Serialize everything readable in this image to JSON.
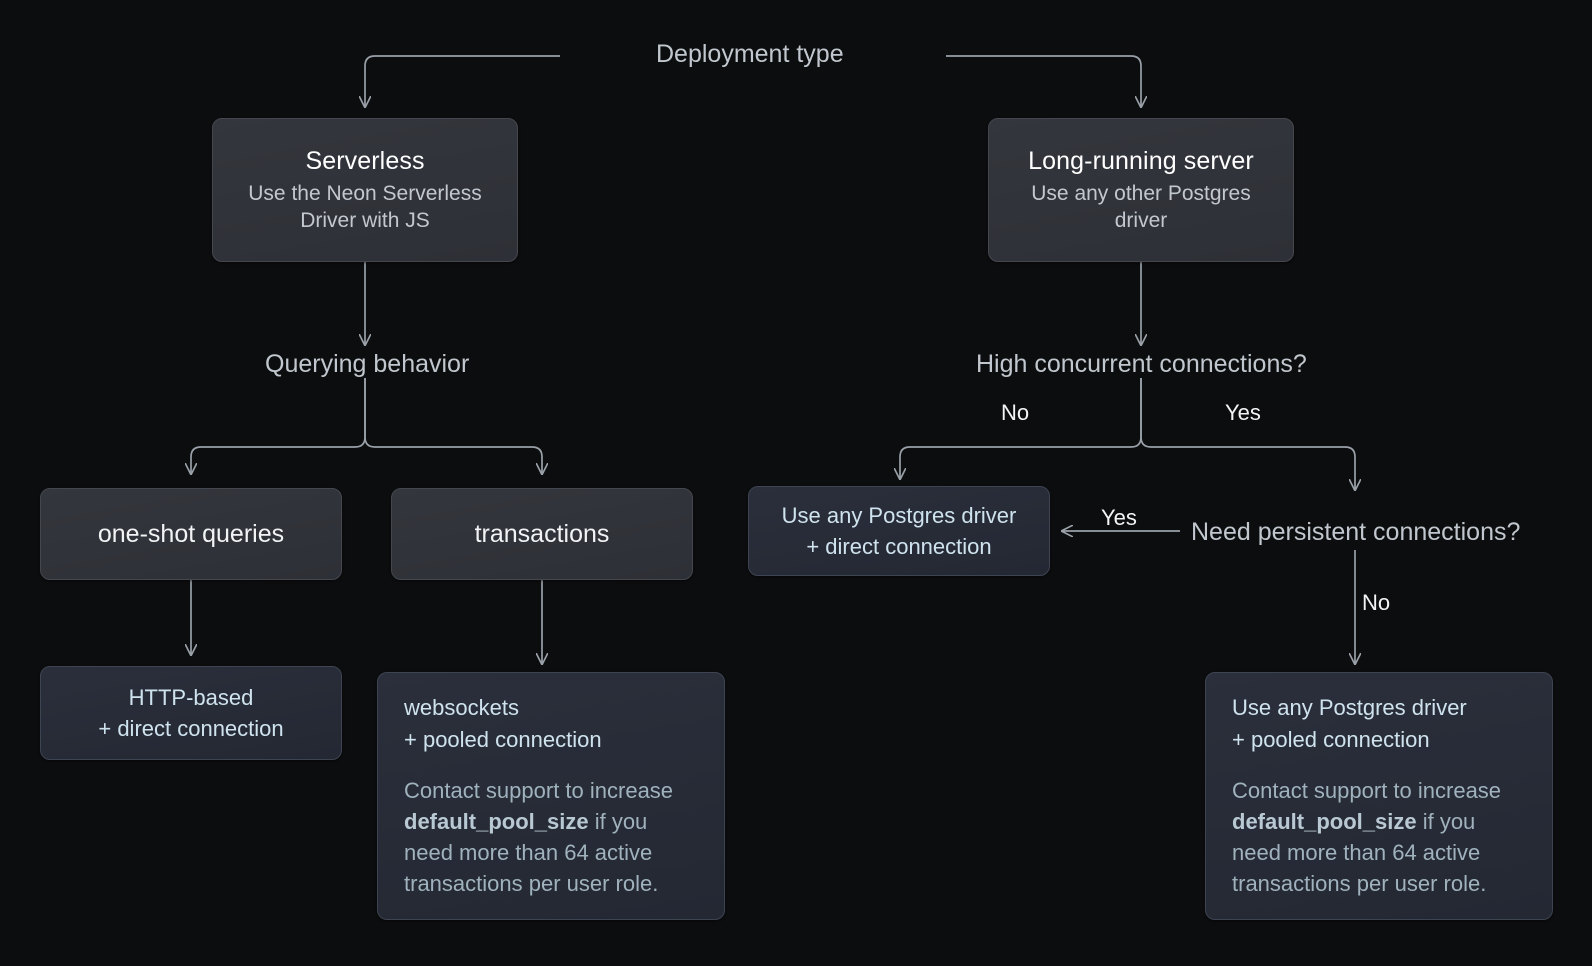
{
  "diagram": {
    "root_label": "Deployment type",
    "branches": {
      "serverless": {
        "title": "Serverless",
        "subtitle": "Use the Neon Serverless Driver with JS",
        "decision": "Querying behavior",
        "options": [
          {
            "label": "one-shot queries"
          },
          {
            "label": "transactions"
          }
        ],
        "outcomes": [
          {
            "headline": "HTTP-based\n+ direct connection",
            "body": "",
            "body_strong": "",
            "body_tail": ""
          },
          {
            "headline": "websockets\n+ pooled connection",
            "body": "Contact support to increase ",
            "body_strong": "default_pool_size",
            "body_tail": " if you need more than 64 active transactions per user role."
          }
        ]
      },
      "long_running": {
        "title": "Long-running server",
        "subtitle": "Use any other Postgres driver",
        "decision": "High concurrent connections?",
        "edge_no": "No",
        "edge_yes": "Yes",
        "decision_2": "Need persistent connections?",
        "edge_2_yes": "Yes",
        "edge_2_no": "No",
        "outcomes": [
          {
            "headline": "Use any Postgres driver\n+ direct connection",
            "body": "",
            "body_strong": "",
            "body_tail": ""
          },
          {
            "headline": "Use any Postgres driver\n+ pooled connection",
            "body": "Contact support to increase ",
            "body_strong": "default_pool_size",
            "body_tail": " if you need more than 64 active transactions per user role."
          }
        ]
      }
    },
    "colors": {
      "background": "#0c0d0e",
      "node_gray": "#32353b",
      "node_blue": "#272b36",
      "wire": "#9aa1a9",
      "accent_text": "#cfe3ef",
      "muted_text": "#9fb2bd"
    }
  }
}
